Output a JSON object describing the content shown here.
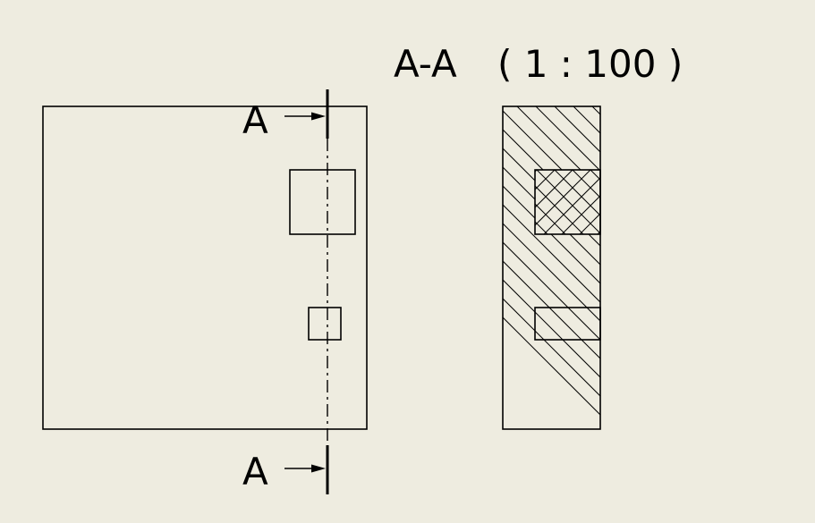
{
  "section_title": "A-A",
  "scale_label": "( 1 : 100 )",
  "cut_label_top": "A",
  "cut_label_bottom": "A",
  "colors": {
    "background": "#EEECE0",
    "line": "#000000"
  }
}
